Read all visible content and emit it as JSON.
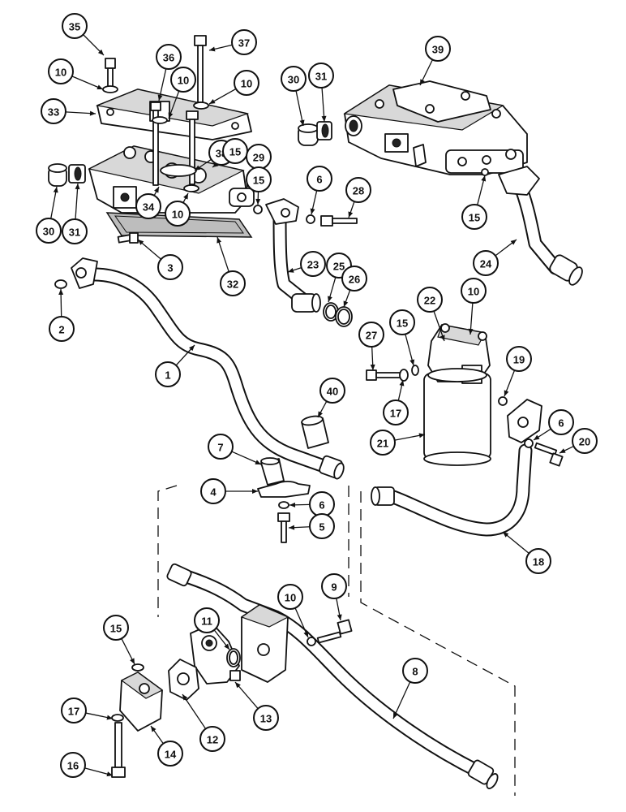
{
  "callouts": [
    {
      "id": "c35",
      "label": "35"
    },
    {
      "id": "c37",
      "label": "37"
    },
    {
      "id": "c39",
      "label": "39"
    },
    {
      "id": "c10a",
      "label": "10"
    },
    {
      "id": "c36",
      "label": "36"
    },
    {
      "id": "c10b",
      "label": "10"
    },
    {
      "id": "c10c",
      "label": "10"
    },
    {
      "id": "c30a",
      "label": "30"
    },
    {
      "id": "c31a",
      "label": "31"
    },
    {
      "id": "c33",
      "label": "33"
    },
    {
      "id": "c38",
      "label": "38"
    },
    {
      "id": "c15a",
      "label": "15"
    },
    {
      "id": "c29",
      "label": "29"
    },
    {
      "id": "c15b",
      "label": "15"
    },
    {
      "id": "c6a",
      "label": "6"
    },
    {
      "id": "c28",
      "label": "28"
    },
    {
      "id": "c15c",
      "label": "15"
    },
    {
      "id": "c34",
      "label": "34"
    },
    {
      "id": "c10d",
      "label": "10"
    },
    {
      "id": "c30b",
      "label": "30"
    },
    {
      "id": "c31b",
      "label": "31"
    },
    {
      "id": "c3",
      "label": "3"
    },
    {
      "id": "c32",
      "label": "32"
    },
    {
      "id": "c23",
      "label": "23"
    },
    {
      "id": "c25",
      "label": "25"
    },
    {
      "id": "c26",
      "label": "26"
    },
    {
      "id": "c24",
      "label": "24"
    },
    {
      "id": "c2",
      "label": "2"
    },
    {
      "id": "c10e",
      "label": "10"
    },
    {
      "id": "c22",
      "label": "22"
    },
    {
      "id": "c27",
      "label": "27"
    },
    {
      "id": "c15d",
      "label": "15"
    },
    {
      "id": "c1",
      "label": "1"
    },
    {
      "id": "c19",
      "label": "19"
    },
    {
      "id": "c40",
      "label": "40"
    },
    {
      "id": "c17a",
      "label": "17"
    },
    {
      "id": "c21",
      "label": "21"
    },
    {
      "id": "c6b",
      "label": "6"
    },
    {
      "id": "c20",
      "label": "20"
    },
    {
      "id": "c7",
      "label": "7"
    },
    {
      "id": "c4",
      "label": "4"
    },
    {
      "id": "c6c",
      "label": "6"
    },
    {
      "id": "c5",
      "label": "5"
    },
    {
      "id": "c18",
      "label": "18"
    },
    {
      "id": "c9",
      "label": "9"
    },
    {
      "id": "c11",
      "label": "11"
    },
    {
      "id": "c10f",
      "label": "10"
    },
    {
      "id": "c15e",
      "label": "15"
    },
    {
      "id": "c8",
      "label": "8"
    },
    {
      "id": "c17b",
      "label": "17"
    },
    {
      "id": "c13",
      "label": "13"
    },
    {
      "id": "c12",
      "label": "12"
    },
    {
      "id": "c14",
      "label": "14"
    },
    {
      "id": "c16",
      "label": "16"
    }
  ]
}
